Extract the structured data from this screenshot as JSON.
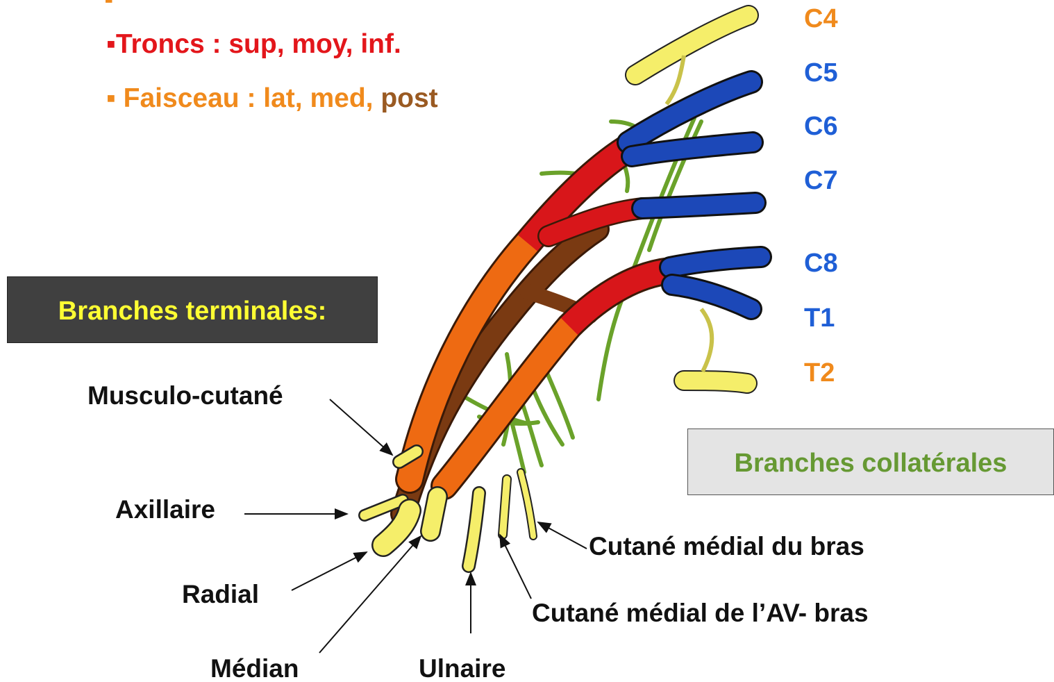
{
  "colors": {
    "orange": "#f08a1c",
    "blue": "#1f5fd6",
    "red": "#e3161b",
    "brown": "#9a5a22",
    "green": "#6a9a2a",
    "yellow": "#f5ee6a",
    "nerve_red": "#d8161a",
    "nerve_orange": "#ee6a12",
    "nerve_brown": "#7a3a12",
    "nerve_blue": "#1c48b8",
    "box_dark": "#404040",
    "box_light": "#e4e4e4"
  },
  "legend": {
    "troncs": {
      "bullet": "▪",
      "text": "Troncs : sup, moy, inf."
    },
    "faisceau": {
      "bullet": "▪",
      "text": "Faisceau : ",
      "lat_med": "lat, med, ",
      "post": "post"
    }
  },
  "roots": [
    {
      "label": "C4",
      "color": "orange"
    },
    {
      "label": "C5",
      "color": "blue"
    },
    {
      "label": "C6",
      "color": "blue"
    },
    {
      "label": "C7",
      "color": "blue"
    },
    {
      "label": "C8",
      "color": "blue"
    },
    {
      "label": "T1",
      "color": "blue"
    },
    {
      "label": "T2",
      "color": "orange"
    }
  ],
  "boxes": {
    "terminal": "Branches terminales:",
    "collaterales": "Branches collatérales"
  },
  "terminal_labels": {
    "musculo_cutane": "Musculo-cutané",
    "axillaire": "Axillaire",
    "radial": "Radial",
    "median": "Médian",
    "ulnaire": "Ulnaire"
  },
  "collateral_labels": {
    "cutane_medial_bras": "Cutané médial du bras",
    "cutane_medial_avbras": "Cutané médial de l’AV- bras"
  }
}
